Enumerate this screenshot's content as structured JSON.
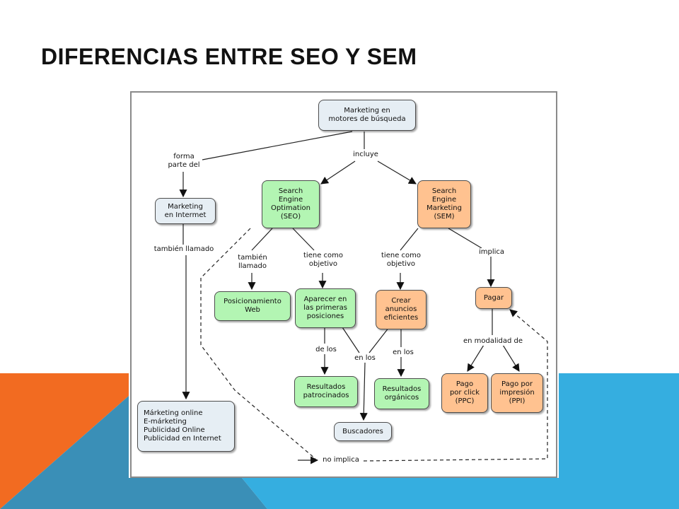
{
  "slide": {
    "title": "DIFERENCIAS ENTRE SEO Y SEM",
    "colors": {
      "orange": "#f26b21",
      "blue": "#35aee0",
      "dark_blue": "#3a8fb7"
    }
  },
  "diagram": {
    "colors": {
      "grey": "#e6eef4",
      "green": "#b3f5b3",
      "orange": "#ffc290"
    },
    "nodes": {
      "marketing_motores": "Marketing en\nmotores de búsqueda",
      "marketing_internet": "Marketing\nen Intermet",
      "seo": "Search\nEngine\nOptimation\n(SEO)",
      "sem": "Search\nEngine\nMarketing\n(SEM)",
      "posicionamiento": "Posicionamiento\nWeb",
      "aparecer": "Aparecer en\nlas primeras\nposiciones",
      "crear": "Crear\nanuncios\neficientes",
      "pagar": "Pagar",
      "resultados_patrocinados": "Resultados\npatrocinados",
      "resultados_organicos": "Resultados\norgánicos",
      "buscadores": "Buscadores",
      "pago_click": "Pago\npor click\n(PPC)",
      "pago_impresion": "Pago por\nimpresión\n(PPI)",
      "sinonimos": "Márketing online\nE-márketing\nPublicidad Online\nPublicidad en Internet"
    },
    "links": {
      "forma_parte": "forma\nparte del",
      "incluye": "incluye",
      "tambien_llamado_1": "también llamado",
      "tambien_llamado_2": "también\nllamado",
      "tiene_objetivo_seo": "tiene como\nobjetivo",
      "tiene_objetivo_sem": "tiene como\nobjetivo",
      "implica": "implica",
      "de_los": "de los",
      "en_los_1": "en los",
      "en_los_2": "en los",
      "en_modalidad": "en modalidad de",
      "no_implica": "no implica"
    }
  }
}
